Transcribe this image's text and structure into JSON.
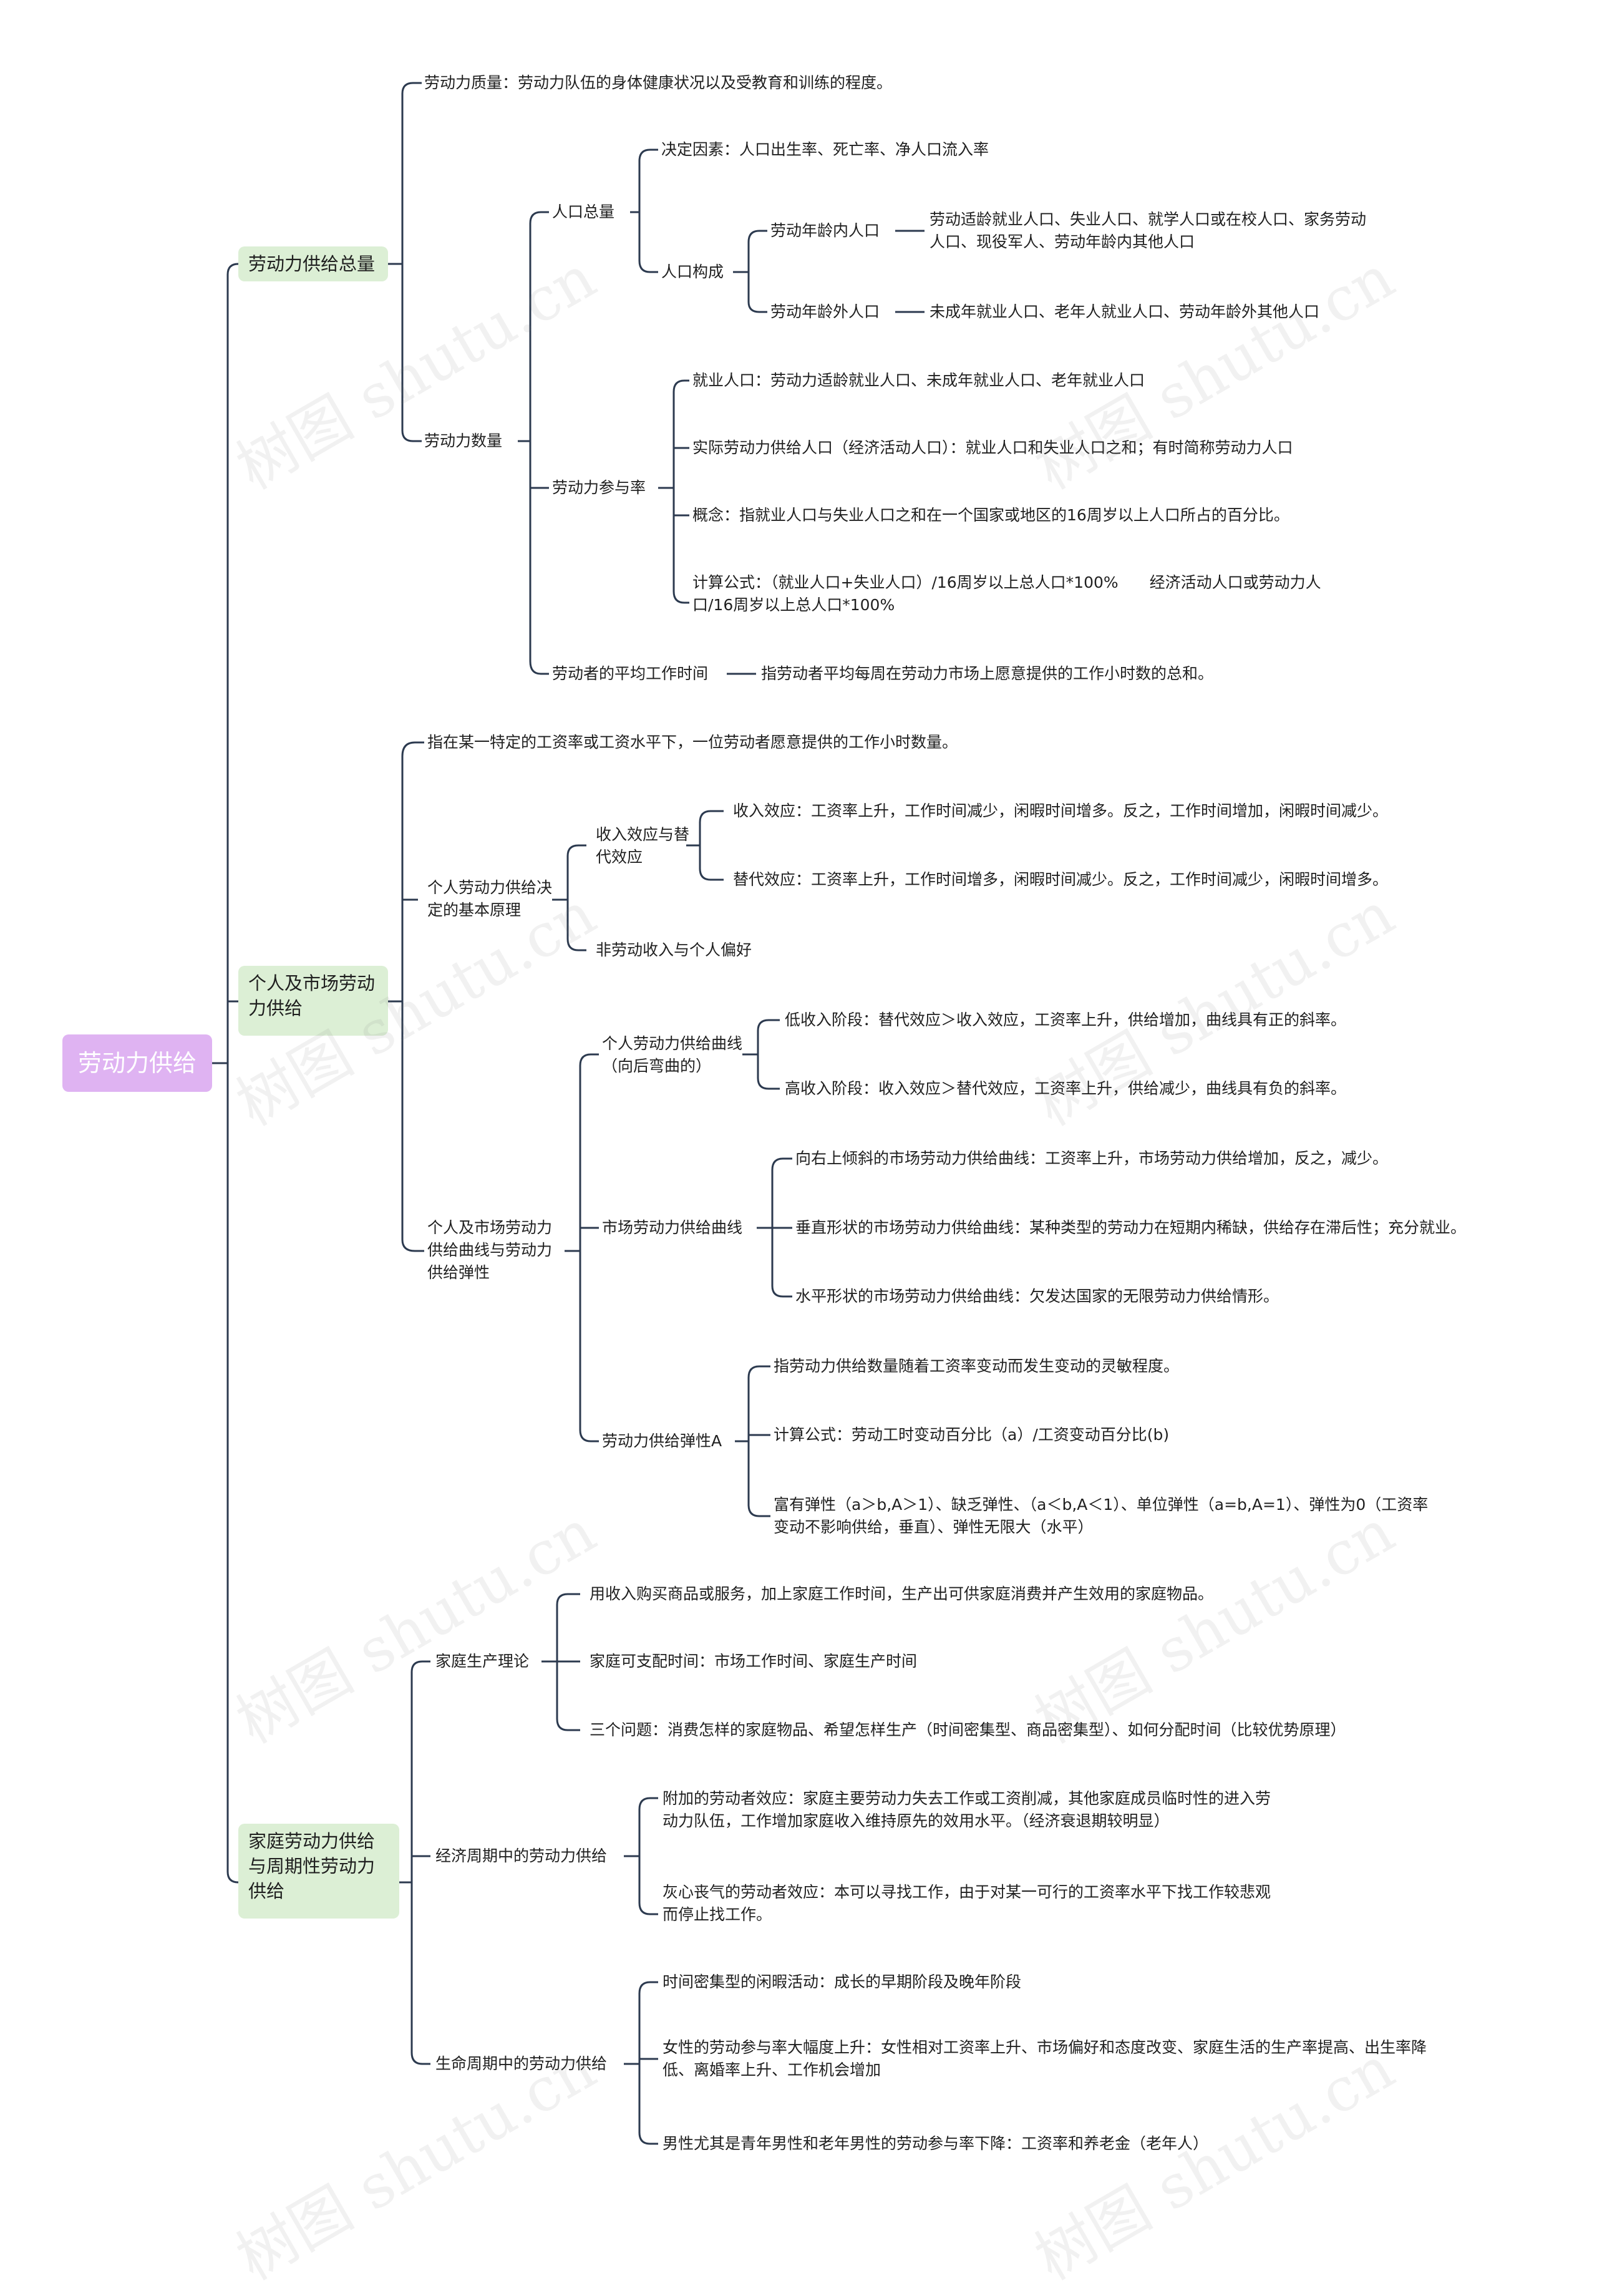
{
  "root": "劳动力供给",
  "branches": {
    "total": {
      "label": "劳动力供给总量",
      "quality": "劳动力质量：劳动力队伍的身体健康状况以及受教育和训练的程度。",
      "quantity": "劳动力数量",
      "population_total": "人口总量",
      "determinants": "决定因素：人口出生率、死亡率、净人口流入率",
      "composition": "人口构成",
      "working_age": "劳动年龄内人口",
      "working_age_detail": "劳动适龄就业人口、失业人口、就学人口或在校人口、家务劳动人口、现役军人、劳动年龄内其他人口",
      "non_working_age": "劳动年龄外人口",
      "non_working_age_detail": "未成年就业人口、老年人就业人口、劳动年龄外其他人口",
      "participation_rate": "劳动力参与率",
      "employed": "就业人口：劳动力适龄就业人口、未成年就业人口、老年就业人口",
      "actual_supply": "实际劳动力供给人口（经济活动人口）：就业人口和失业人口之和；有时简称劳动力人口",
      "concept": "概念：指就业人口与失业人口之和在一个国家或地区的16周岁以上人口所占的百分比。",
      "formula": "计算公式：（就业人口+失业人口）/16周岁以上总人口*100%　　经济活动人口或劳动力人口/16周岁以上总人口*100%",
      "avg_hours": "劳动者的平均工作时间",
      "avg_hours_detail": "指劳动者平均每周在劳动力市场上愿意提供的工作小时数的总和。"
    },
    "individual": {
      "label": "个人及市场劳动力供给",
      "definition": "指在某一特定的工资率或工资水平下，一位劳动者愿意提供的工作小时数量。",
      "principle": "个人劳动力供给决定的基本原理",
      "income_sub": "收入效应与替代效应",
      "income_effect": "收入效应：工资率上升，工作时间减少，闲暇时间增多。反之，工作时间增加，闲暇时间减少。",
      "sub_effect": "替代效应：工资率上升，工作时间增多，闲暇时间减少。反之，工作时间减少，闲暇时间增多。",
      "nonlabor": "非劳动收入与个人偏好",
      "curves": "个人及市场劳动力供给曲线与劳动力供给弹性",
      "indiv_curve": "个人劳动力供给曲线（向后弯曲的）",
      "low_income": "低收入阶段：替代效应＞收入效应，工资率上升，供给增加，曲线具有正的斜率。",
      "high_income": "高收入阶段：收入效应＞替代效应，工资率上升，供给减少，曲线具有负的斜率。",
      "market_curve": "市场劳动力供给曲线",
      "upward": "向右上倾斜的市场劳动力供给曲线：工资率上升，市场劳动力供给增加，反之，减少。",
      "vertical": "垂直形状的市场劳动力供给曲线：某种类型的劳动力在短期内稀缺，供给存在滞后性；充分就业。",
      "horizontal": "水平形状的市场劳动力供给曲线：欠发达国家的无限劳动力供给情形。",
      "elasticity": "劳动力供给弹性A",
      "elasticity_def": "指劳动力供给数量随着工资率变动而发生变动的灵敏程度。",
      "elasticity_formula": "计算公式：劳动工时变动百分比（a）/工资变动百分比(b)",
      "elasticity_types": "富有弹性（a＞b,A＞1）、缺乏弹性、（a＜b,A＜1）、单位弹性（a=b,A=1）、弹性为0（工资率变动不影响供给，垂直）、弹性无限大（水平）"
    },
    "household": {
      "label": "家庭劳动力供给与周期性劳动力供给",
      "production": "家庭生产理论",
      "goods": "用收入购买商品或服务，加上家庭工作时间，生产出可供家庭消费并产生效用的家庭物品。",
      "disposable": "家庭可支配时间：市场工作时间、家庭生产时间",
      "three_questions": "三个问题：消费怎样的家庭物品、希望怎样生产（时间密集型、商品密集型）、如何分配时间（比较优势原理）",
      "cycle": "经济周期中的劳动力供给",
      "added_worker": "附加的劳动者效应：家庭主要劳动力失去工作或工资削减，其他家庭成员临时性的进入劳动力队伍，工作增加家庭收入维持原先的效用水平。（经济衰退期较明显）",
      "discouraged": "灰心丧气的劳动者效应：本可以寻找工作，由于对某一可行的工资率水平下找工作较悲观而停止找工作。",
      "life_cycle": "生命周期中的劳动力供给",
      "time_intensive": "时间密集型的闲暇活动：成长的早期阶段及晚年阶段",
      "female": "女性的劳动参与率大幅度上升：女性相对工资率上升、市场偏好和态度改变、家庭生活的生产率提高、出生率降低、离婚率上升、工作机会增加",
      "male": "男性尤其是青年男性和老年男性的劳动参与率下降：工资率和养老金（老年人）"
    }
  },
  "watermark": "树图 shutu.cn",
  "colors": {
    "root_bg": "#dfb3f2",
    "branch_bg": "#dcefd5",
    "line": "#2c3a4f"
  }
}
